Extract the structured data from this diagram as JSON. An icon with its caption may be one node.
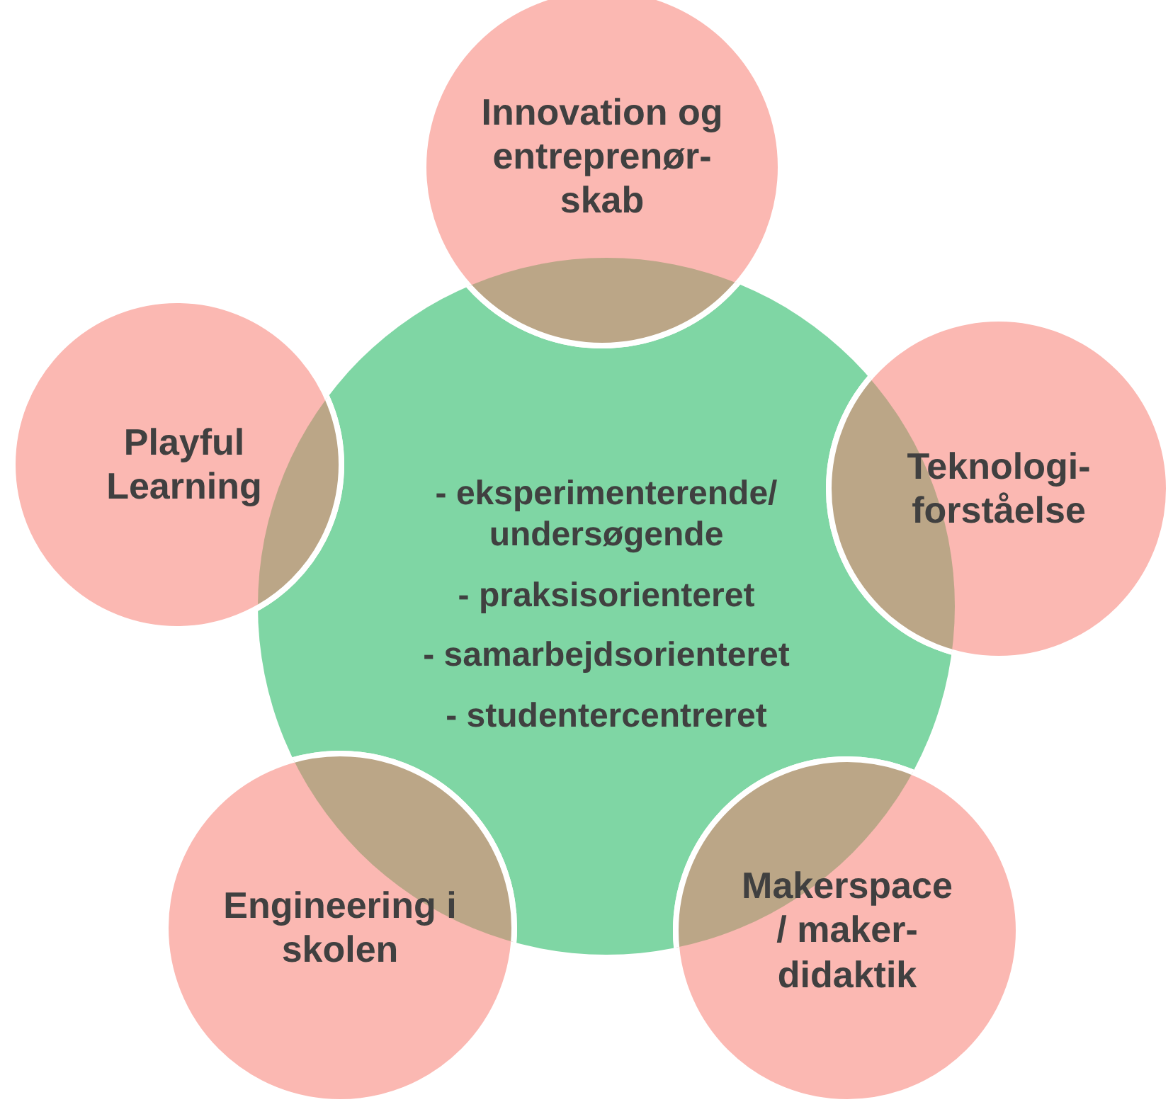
{
  "diagram": {
    "nodes": [
      {
        "text": [
          "- eksperimenterende/ undersøgende",
          "- praksisorienteret",
          "- samarbejdsorienteret",
          "- studentercentreret"
        ]
      },
      {
        "text": [
          "Innovation og entreprenør- skab"
        ]
      },
      {
        "text": [
          "Playful Learning"
        ]
      },
      {
        "text": [
          "Teknologi- forståelse"
        ]
      },
      {
        "text": [
          "Engineering i skolen"
        ]
      },
      {
        "text": [
          "Makerspace / maker- didaktik"
        ]
      }
    ]
  }
}
